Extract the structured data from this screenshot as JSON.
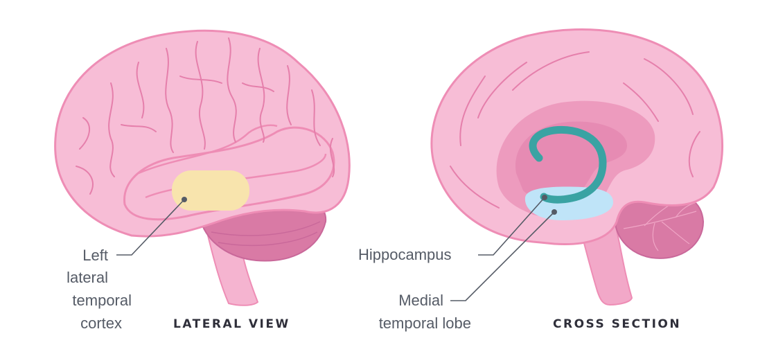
{
  "panels": [
    {
      "title": "LATERAL VIEW"
    },
    {
      "title": "CROSS SECTION"
    }
  ],
  "labels": {
    "left_lateral": [
      "Left",
      "lateral",
      "temporal",
      "cortex"
    ],
    "hippocampus": "Hippocampus",
    "medial": [
      "Medial",
      "temporal lobe"
    ]
  },
  "colors": {
    "brain_fill": "#f7bdd6",
    "brain_outline": "#ee8db5",
    "sulcus": "#e57fab",
    "cerebellum": "#d97aa5",
    "brainstem": "#f2a8c8",
    "cortex_highlight": "#f8e4ad",
    "hippocampus": "#3aa3a3",
    "medial_temporal": "#bfe4f8",
    "leader_line": "#555b66"
  }
}
